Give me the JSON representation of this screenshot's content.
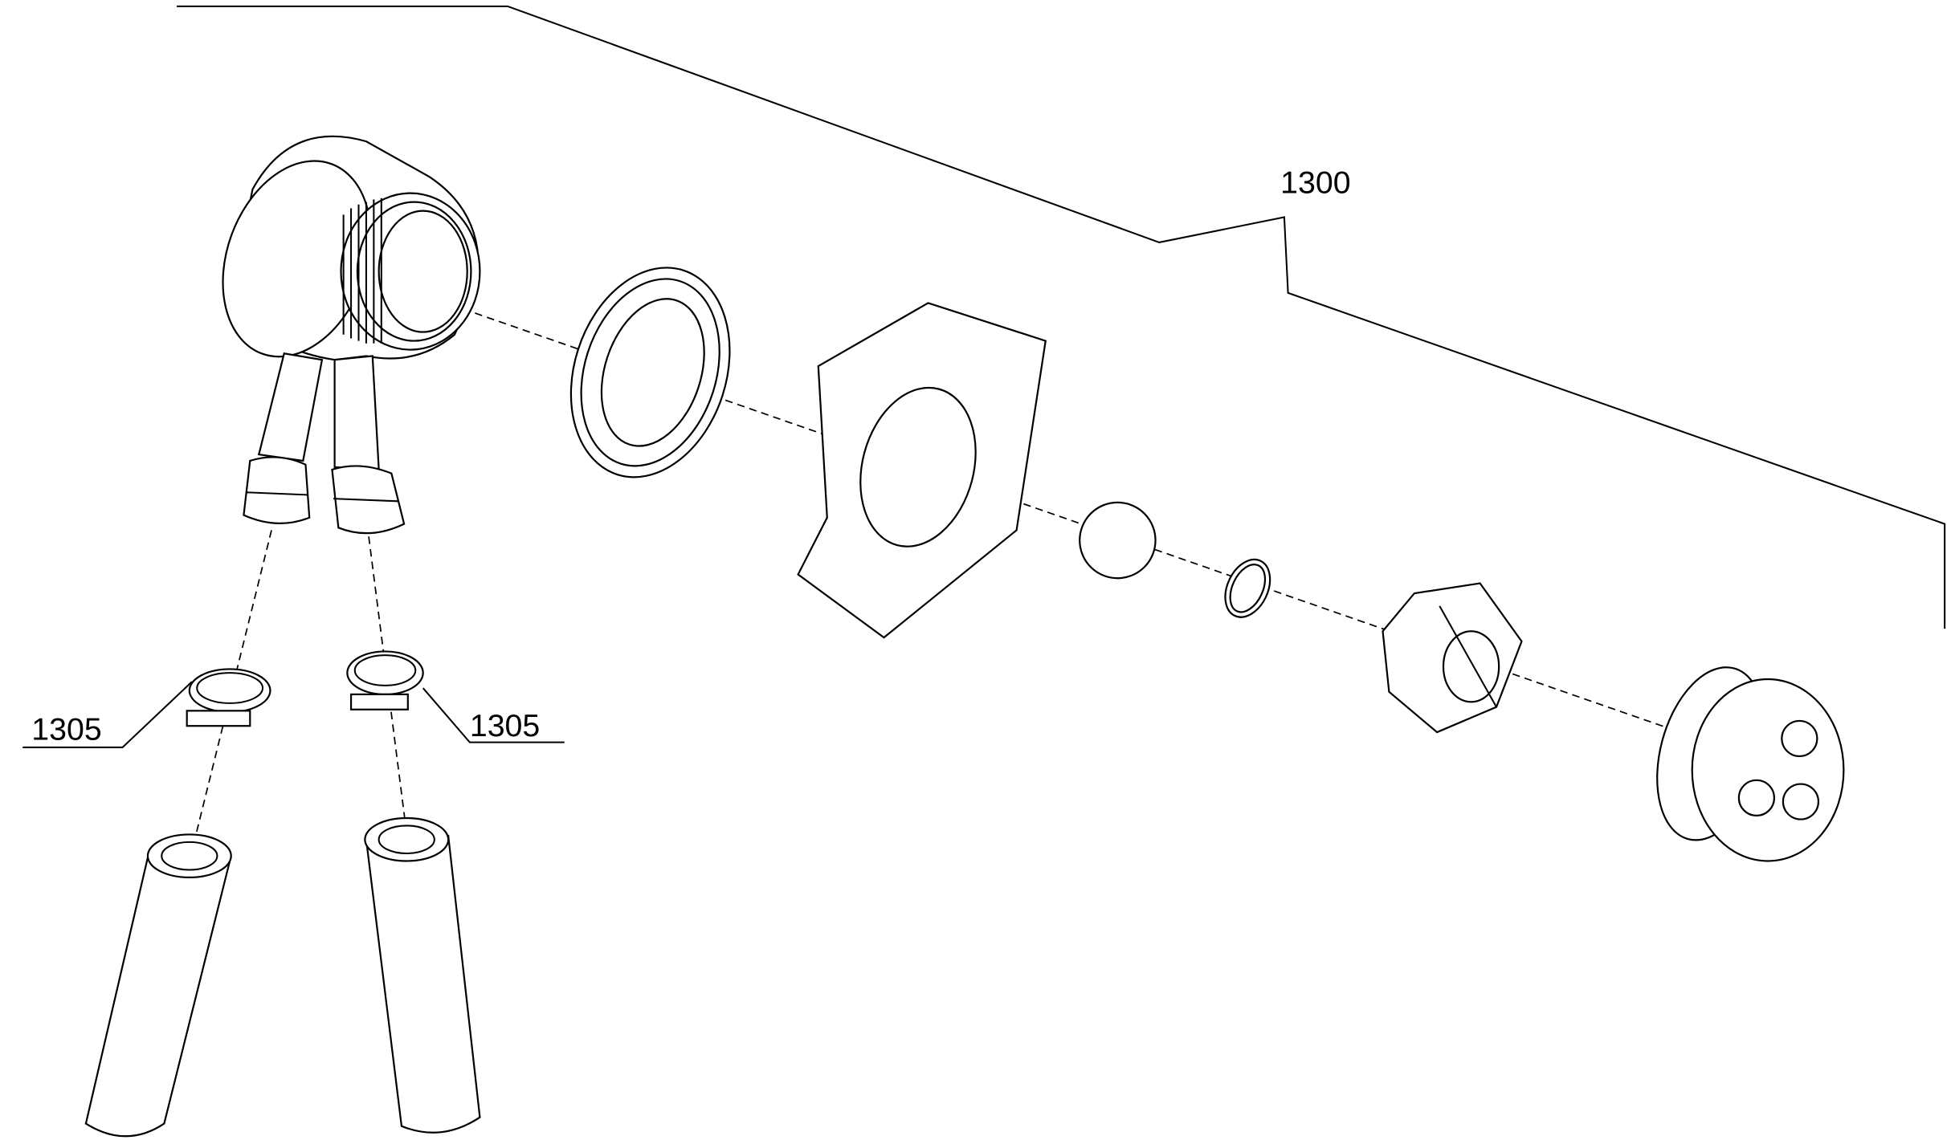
{
  "figure": {
    "labels": {
      "assembly": "1300",
      "clamp_left": "1305",
      "clamp_right": "1305"
    }
  }
}
